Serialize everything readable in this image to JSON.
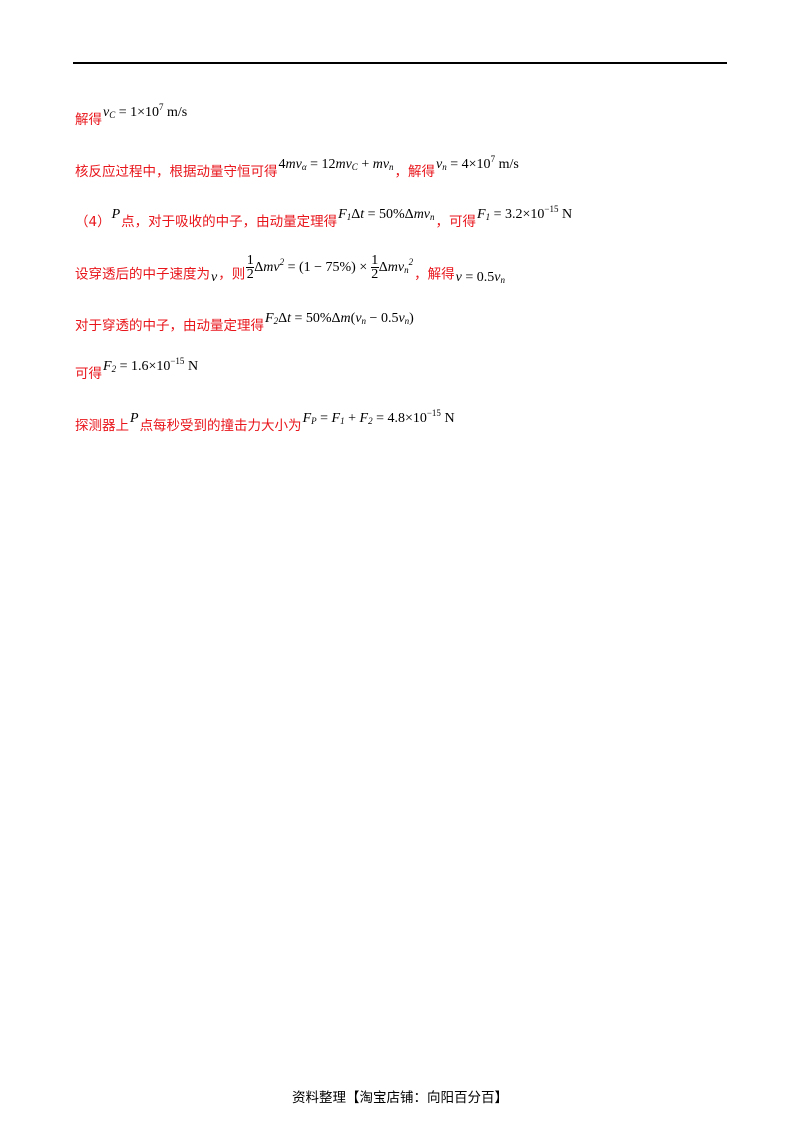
{
  "lines": [
    {
      "pre": "解得",
      "eq1": "v_C = 1×10^7 m/s"
    },
    {
      "pre": "核反应过程中，根据动量守恒可得",
      "eq1": "4mv_α = 12mv_C + mv_n",
      "mid": "，解得",
      "eq2": "v_n = 4×10^7 m/s"
    },
    {
      "pre": "（4）",
      "var": "P",
      "text": "点，对于吸收的中子，由动量定理得",
      "eq1": "F₁Δt = 50%Δmv_n",
      "mid": "，可得",
      "eq2": "F₁ = 3.2×10^−15 N"
    },
    {
      "pre": "设穿透后的中子速度为",
      "var": "v",
      "text": "，则",
      "eq1": "1/2 Δmv² = (1 − 75%) × 1/2 Δmv_n²",
      "mid": "，解得",
      "eq2": "v = 0.5v_n"
    },
    {
      "pre": "对于穿透的中子，由动量定理得",
      "eq1": "F₂Δt = 50%Δm(v_n − 0.5v_n)"
    },
    {
      "pre": "可得",
      "eq1": "F₂ = 1.6×10^−15 N"
    },
    {
      "pre": "探测器上",
      "var": "P",
      "text": "点每秒受到的撞击力大小为",
      "eq1": "F_P = F₁ + F₂ = 4.8×10^−15 N"
    }
  ],
  "footer": "资料整理【淘宝店铺：向阳百分百】"
}
